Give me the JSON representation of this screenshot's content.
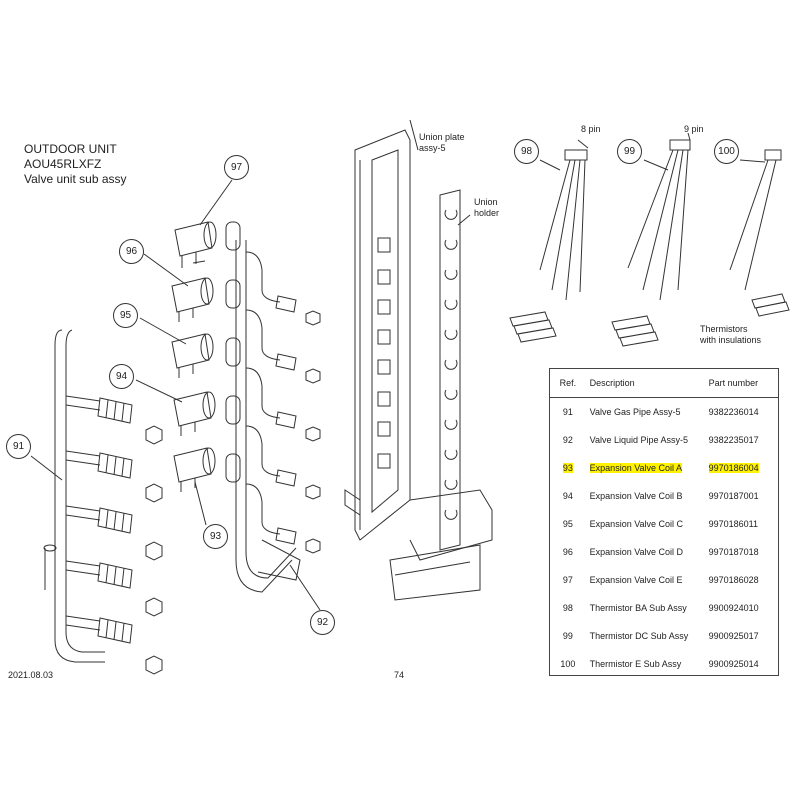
{
  "header": {
    "line1": "OUTDOOR UNIT",
    "line2": "AOU45RLXFZ",
    "line3": "Valve unit sub assy"
  },
  "labels": {
    "union_plate_1": "Union plate",
    "union_plate_2": "assy-5",
    "union_holder_1": "Union",
    "union_holder_2": "holder",
    "pin8": "8 pin",
    "pin9": "9 pin",
    "thermistors_1": "Thermistors",
    "thermistors_2": "with insulations"
  },
  "callouts": {
    "c91": "91",
    "c92": "92",
    "c93": "93",
    "c94": "94",
    "c95": "95",
    "c96": "96",
    "c97": "97",
    "c98": "98",
    "c99": "99",
    "c100": "100"
  },
  "table": {
    "headers": {
      "ref": "Ref.",
      "description": "Description",
      "part": "Part number"
    },
    "highlight_color": "#fff200",
    "rows": [
      {
        "ref": "91",
        "description": "Valve Gas Pipe Assy-5",
        "part": "9382236014",
        "highlighted": false
      },
      {
        "ref": "92",
        "description": "Valve Liquid Pipe Assy-5",
        "part": "9382235017",
        "highlighted": false
      },
      {
        "ref": "93",
        "description": "Expansion Valve Coil A",
        "part": "9970186004",
        "highlighted": true
      },
      {
        "ref": "94",
        "description": "Expansion Valve Coil B",
        "part": "9970187001",
        "highlighted": false
      },
      {
        "ref": "95",
        "description": "Expansion Valve Coil C",
        "part": "9970186011",
        "highlighted": false
      },
      {
        "ref": "96",
        "description": "Expansion Valve Coil D",
        "part": "9970187018",
        "highlighted": false
      },
      {
        "ref": "97",
        "description": "Expansion Valve Coil E",
        "part": "9970186028",
        "highlighted": false
      },
      {
        "ref": "98",
        "description": "Thermistor BA Sub Assy",
        "part": "9900924010",
        "highlighted": false
      },
      {
        "ref": "99",
        "description": "Thermistor DC Sub Assy",
        "part": "9900925017",
        "highlighted": false
      },
      {
        "ref": "100",
        "description": "Thermistor E Sub Assy",
        "part": "9900925014",
        "highlighted": false
      }
    ]
  },
  "footer": {
    "date": "2021.08.03",
    "page": "74"
  }
}
